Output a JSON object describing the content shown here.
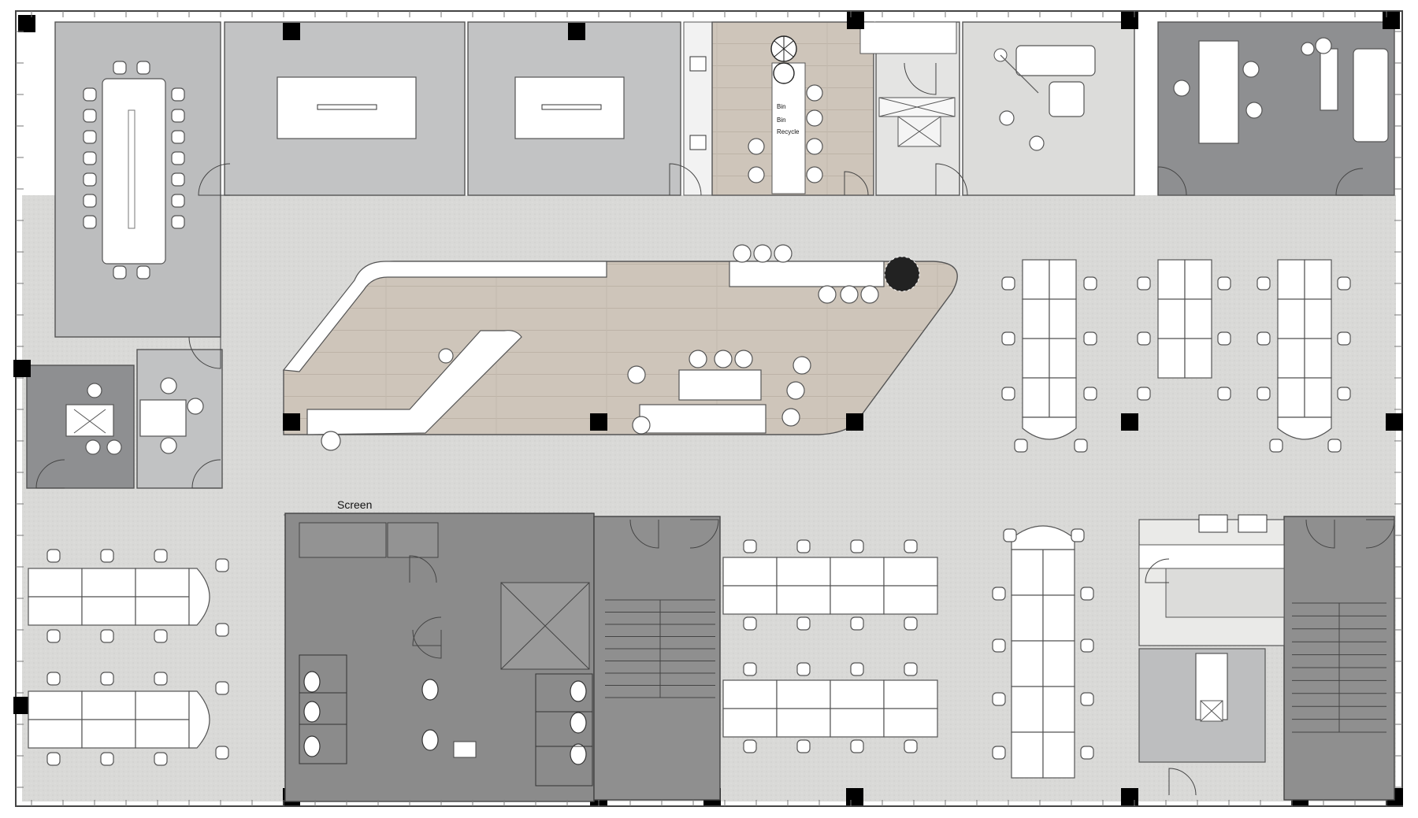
{
  "labels": {
    "screen": "Screen",
    "bin_1": "Bin",
    "bin_2": "Bin",
    "recycle": "Recycle"
  },
  "colors": {
    "corridor_carpet": "#d8d8d6",
    "meeting_carpet": "#bdbfc0",
    "dark_carpet": "#8d8e90",
    "wood_floor": "#cdc4b9",
    "restroom_core": "#8a8a8a",
    "stair_core": "#8f8f8f",
    "light_room": "#e2e2e0",
    "column": "#000000"
  },
  "icons": {
    "tree": "plant-icon",
    "door": "door-swing-icon",
    "stair": "stair-icon",
    "toilet": "toilet-icon",
    "sink": "sink-icon",
    "chair": "chair-icon"
  }
}
